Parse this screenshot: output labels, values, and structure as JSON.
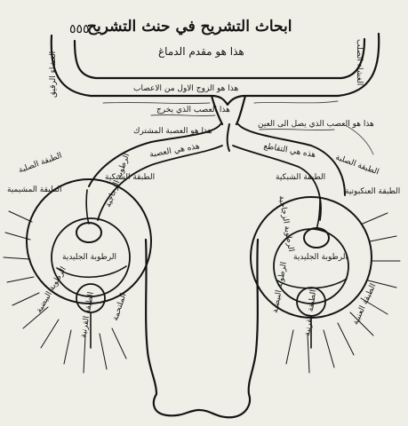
{
  "page": {
    "title": "ابحاث التشريح في حنث التشريح",
    "title_mark": "٥٥٥",
    "subtitle": "هذا هو مقدم الدماغ"
  },
  "labels": {
    "top_bar": "هذا هو الزوج الاول من الاعصاب",
    "right_vertical": "الغشاء الصلب",
    "left_vertical": "الغشاء الرقيق",
    "nerve_a": "هذا العصب الذي يخرج",
    "nerve_b": "هذا هو العصب الذي يصل الى العين",
    "common": "هذا هو العصبة المشترك",
    "chiasm_l": "هذه هي العصبة",
    "chiasm_r": "هذه هي التقاطع",
    "eye_left_top": "الطبقة الشبكية",
    "eye_left_mid": "الرطوبة الزجاجية",
    "eye_left_lens": "الرطوبة الجليدية",
    "eye_left_outer": "الطبقة الصلبة",
    "eye_left_side": "الطبقة المشيمية",
    "eye_right_top": "الطبقة الشبكية",
    "eye_right_mid": "الرطوبة الزجاجية",
    "eye_right_lens": "الرطوبة الجليدية",
    "eye_right_outer": "الطبقة الصلبة",
    "eye_right_side": "الطبقة العنكبوتية",
    "bottom_left_a": "الرطوبة البيضية",
    "bottom_left_b": "الطبقة القرنية",
    "bottom_left_c": "الملتحمة",
    "bottom_right_a": "الرطوبة البيضية",
    "bottom_right_b": "الطبقة القرنية",
    "bottom_right_c": "الطبقة العنبية"
  }
}
